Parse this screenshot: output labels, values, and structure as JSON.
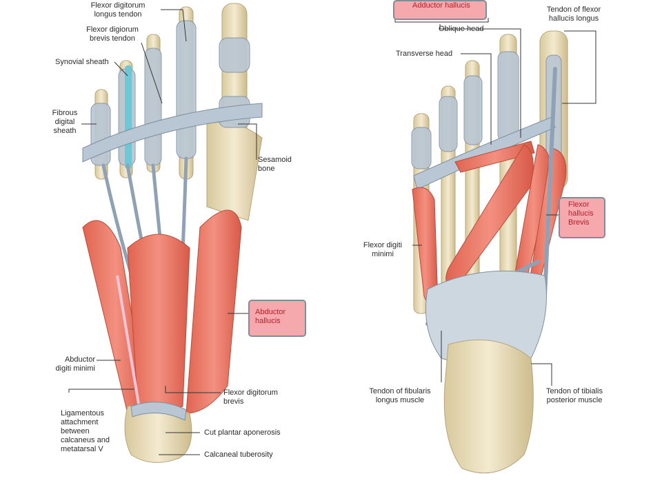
{
  "colors": {
    "bone": "#e9dcb4",
    "bone_edge": "#b7a47a",
    "muscle": "#ec7766",
    "muscle_light": "#f3a494",
    "tendon": "#b9c6d3",
    "tendon_edge": "#7d8fa1",
    "sheath": "#6fc6d4",
    "highlight_box": "#f6a9ad",
    "highlight_text": "#b81e2a",
    "leader": "#333333"
  },
  "left_figure": {
    "labels": {
      "flexor_digitorum_longus_tendon": "Flexor digitorum\nlongus tendon",
      "flexor_digitorum_brevis_tendon": "Flexor digiorum\nbrevis tendon",
      "synovial_sheath": "Synovial sheath",
      "fibrous_digital_sheath": "Fibrous\ndigital\nsheath",
      "sesamoid_bone": "Sesamoid\nbone",
      "abductor_hallucis": "Abductor\nhallucis",
      "abductor_digiti_minimi": "Abductor\ndigiti minimi",
      "flexor_digitorum_brevis": "Flexor digitorum\nbrevis",
      "ligamentous_attachment": "Ligamentous\nattachment\nbetween\ncalcaneus and\nmetatarsal V",
      "cut_plantar_aponeurosis": "Cut plantar aponerosis",
      "calcaneal_tuberosity": "Calcaneal tuberosity"
    }
  },
  "right_figure": {
    "labels": {
      "adductor_hallucis": "Adductor hallucis",
      "oblique_head": "Oblique head",
      "transverse_head": "Transverse head",
      "tendon_flexor_hallucis_longus": "Tendon of flexor\nhallucis longus",
      "flexor_hallucis_brevis": "Flexor\nhallucis\nBrevis",
      "flexor_digiti_minimi": "Flexor digiti\nminimi",
      "tendon_fibularis_longus": "Tendon of fibularis\nlongus muscle",
      "tendon_tibialis_posterior": "Tendon of tibialis\nposterior muscle"
    }
  }
}
